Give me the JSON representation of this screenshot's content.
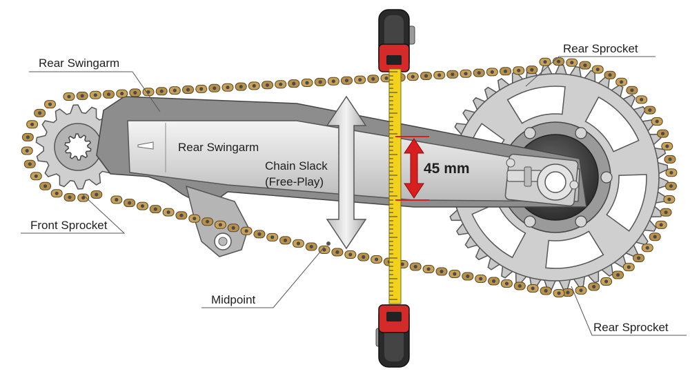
{
  "labels": {
    "rear_swingarm_callout": "Rear Swingarm",
    "rear_sprocket_callout_top": "Rear Sprocket",
    "front_sprocket_callout": "Front Sprocket",
    "rear_sprocket_callout_bottom": "Rear Sprocket",
    "midpoint_callout": "Midpoint",
    "swingarm_body": "Rear Swingarm",
    "chain_slack_line1": "Chain Slack",
    "chain_slack_line2": "(Free-Play)"
  },
  "measurement": {
    "value_text": "45 mm",
    "color": "#d81e1e"
  },
  "colors": {
    "chain_plate": "#c9a25a",
    "chain_pin": "#4a4a4a",
    "sprocket": "#c7c7c7",
    "swingarm": "#e2e2e2",
    "tape_yellow": "#f2d21c",
    "tape_case": "#2a2a2a",
    "arrow": "#dcdcdc",
    "callout_line": "#555555"
  },
  "icons": {
    "front_sprocket": "front-sprocket-icon",
    "rear_sprocket": "rear-sprocket-icon",
    "chain": "drive-chain-icon",
    "swingarm": "swingarm-icon",
    "tape_measure": "tape-measure-icon",
    "slack_arrow": "double-arrow-icon"
  }
}
